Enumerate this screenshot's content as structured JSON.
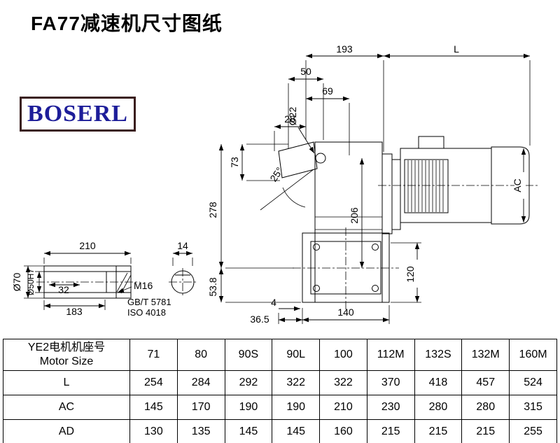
{
  "title": "FA77减速机尺寸图纸",
  "logo": {
    "text": "BOSERL"
  },
  "drawing": {
    "dims": {
      "top_width": "193",
      "motor_length": "L",
      "d50": "50",
      "d69": "69",
      "hole_dia": "Ø22",
      "d28": "28",
      "d73": "73",
      "angle": "25°",
      "d278": "278",
      "d206": "206",
      "motor_dia": "AC",
      "shaft_len": "210",
      "key_width": "14",
      "flange_h": "120",
      "d4": "4",
      "d36_5": "36.5",
      "d140": "140",
      "d32": "32",
      "d183": "183",
      "shaft_od": "Ø70",
      "bore": "Ø50H7",
      "thread": "M16",
      "standard1": "GB/T 5781",
      "standard2": "ISO 4018",
      "d53_8": "53.8"
    }
  },
  "table": {
    "header_cn": "YE2电机机座号",
    "header_en": "Motor Size",
    "columns": [
      "71",
      "80",
      "90S",
      "90L",
      "100",
      "112M",
      "132S",
      "132M",
      "160M"
    ],
    "rows": [
      {
        "label": "L",
        "values": [
          "254",
          "284",
          "292",
          "322",
          "322",
          "370",
          "418",
          "457",
          "524"
        ]
      },
      {
        "label": "AC",
        "values": [
          "145",
          "170",
          "190",
          "190",
          "210",
          "230",
          "280",
          "280",
          "315"
        ]
      },
      {
        "label": "AD",
        "values": [
          "130",
          "135",
          "145",
          "145",
          "160",
          "215",
          "215",
          "215",
          "255"
        ]
      }
    ]
  }
}
